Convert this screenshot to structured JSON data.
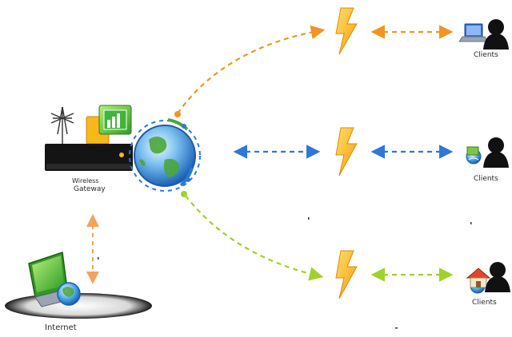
{
  "colors": {
    "orange": "#f29423",
    "blue": "#2f78d8",
    "green": "#9fd12c",
    "bolt": "#f7b81a",
    "router": "#141414",
    "globe": "#3b8ddc"
  },
  "labels": {
    "gateway_line1": "Wireless",
    "gateway_line2": "Gateway",
    "internet": "Internet",
    "client_top": "Clients",
    "client_mid": "Clients",
    "client_bottom": "Clients"
  },
  "icons": [
    "router-icon",
    "antenna-icon",
    "signal-card-icon",
    "globe-icon",
    "lightning-bolt-icon",
    "laptop-icon",
    "user-icon",
    "house-icon",
    "computer-globe-icon"
  ]
}
